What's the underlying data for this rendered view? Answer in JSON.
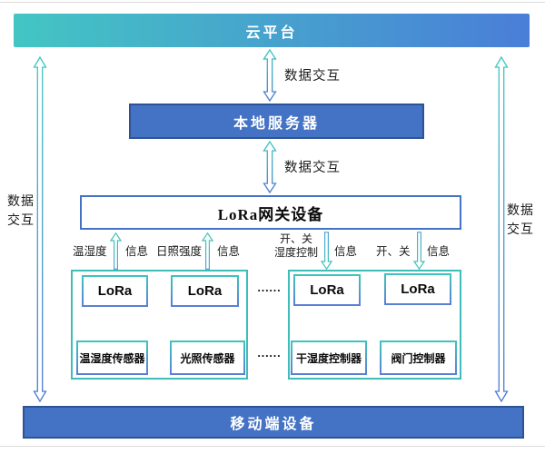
{
  "nodes": {
    "cloud_platform": "云平台",
    "local_server": "本地服务器",
    "lora_gateway": "LoRa网关设备",
    "mobile_device": "移动端设备"
  },
  "data_exchange": {
    "cloud_to_server": "数据交互",
    "server_to_gateway": "数据交互",
    "left_side": "数据交互",
    "right_side": "数据交互"
  },
  "gateway_links": [
    {
      "label_left": "温湿度",
      "label_right": "信息",
      "direction": "up"
    },
    {
      "label_left": "日照强度",
      "label_right": "信息",
      "direction": "up"
    },
    {
      "label_left_line1": "开、关",
      "label_left_line2": "湿度控制",
      "label_right": "信息",
      "direction": "down"
    },
    {
      "label_left": "开、关",
      "label_right": "信息",
      "direction": "down"
    }
  ],
  "groups": [
    {
      "lora_modules": [
        "LoRa",
        "LoRa"
      ],
      "end_devices": [
        "温湿度传感器",
        "光照传感器"
      ]
    },
    {
      "lora_modules": [
        "LoRa",
        "LoRa"
      ],
      "end_devices": [
        "干湿度控制器",
        "阀门控制器"
      ]
    }
  ],
  "ellipsis": {
    "lora_row": "……",
    "device_row": "……"
  },
  "colors": {
    "teal": "#3FC2BE",
    "blue": "#4472C4",
    "bar_gradient_start": "#43C6C3",
    "bar_gradient_end": "#4A7ED8",
    "bar_border": "#2E5395"
  }
}
